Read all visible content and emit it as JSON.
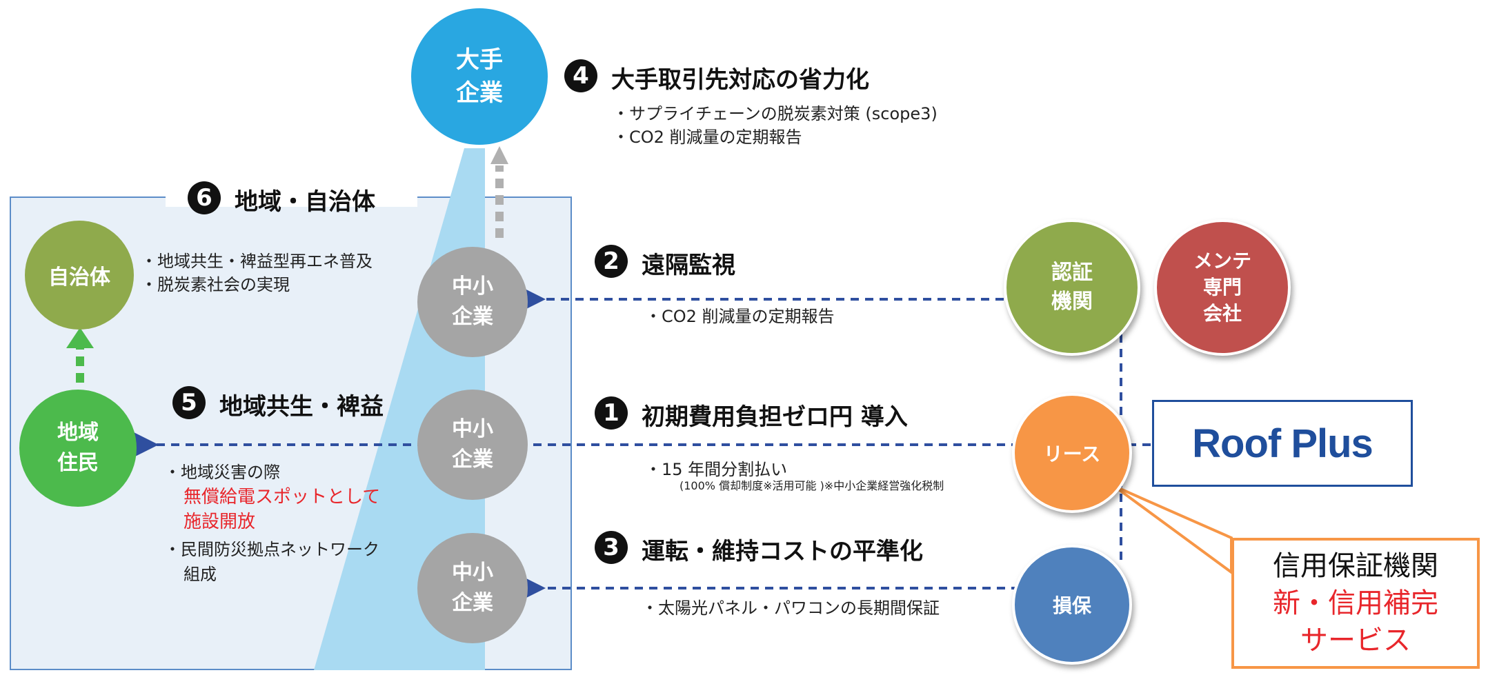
{
  "colors": {
    "blue_large": "#29a7e1",
    "gray_sme": "#a5a5a5",
    "olive": "#8faa4c",
    "green": "#4cba4c",
    "maroon": "#c0504d",
    "orange": "#f79646",
    "steel_blue": "#4f81bd",
    "dash_blue": "#2f4f9f",
    "region_bg": "#e8f0f8",
    "region_border": "#5b8cc8",
    "wedge": "#a9daf2",
    "callout_border": "#f79646",
    "roofplus_blue": "#1f4e9c"
  },
  "nodes": {
    "large_corp": "大手\n企業",
    "sme": "中小\n企業",
    "municipality": "自治体",
    "residents": "地域\n住民",
    "certification": "認証\n機関",
    "maintenance": "メンテ\n専門\n会社",
    "lease": "リース",
    "insurance": "損保"
  },
  "sections": {
    "s4": {
      "num": "4",
      "title": "大手取引先対応の省力化",
      "bullets": [
        "・サプライチェーンの脱炭素対策 (scope3)",
        "・CO2 削減量の定期報告"
      ]
    },
    "s6": {
      "num": "6",
      "title": "地域・自治体"
    },
    "s6_bullets": [
      "・地域共生・裨益型再エネ普及",
      "・脱炭素社会の実現"
    ],
    "s2": {
      "num": "2",
      "title": "遠隔監視",
      "bullet": "・CO2 削減量の定期報告"
    },
    "s5": {
      "num": "5",
      "title": "地域共生・裨益",
      "bullet1": "・地域災害の際",
      "red1": "無償給電スポットとして",
      "red2": "施設開放",
      "bullet2": "・民間防災拠点ネットワーク",
      "bullet2b": "組成"
    },
    "s1": {
      "num": "1",
      "title": "初期費用負担ゼロ円 導入",
      "bullet": "・15 年間分割払い",
      "note": "(100% 償却制度※活用可能 )※中小企業経営強化税制"
    },
    "s3": {
      "num": "3",
      "title": "運転・維持コストの平準化",
      "bullet": "・太陽光パネル・パワコンの長期間保証"
    }
  },
  "roofplus": {
    "logo_text": "Roof Plus"
  },
  "callout": {
    "line1": "信用保証機関",
    "line2": "新・信用補完",
    "line3": "サービス"
  }
}
